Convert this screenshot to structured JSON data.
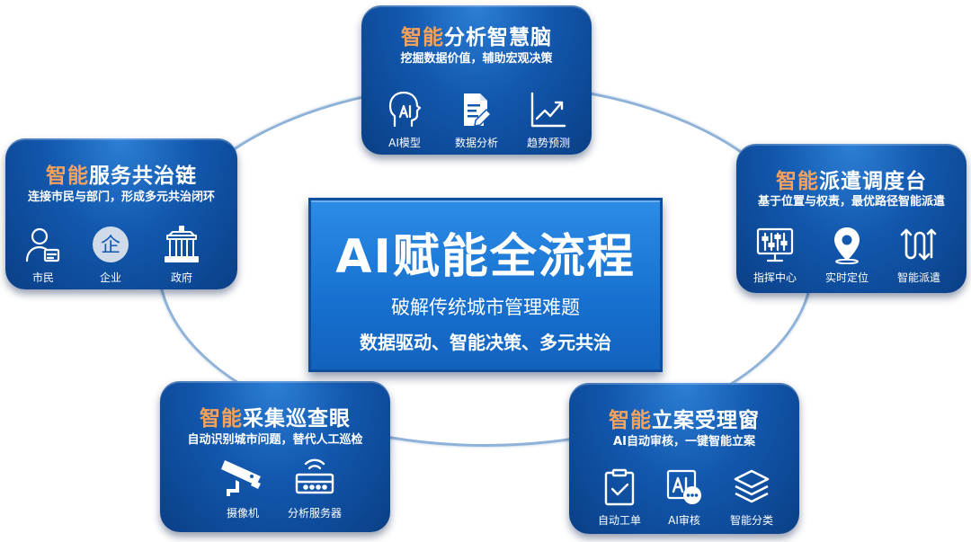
{
  "center": {
    "title": "AI赋能全流程",
    "subtitle": "破解传统城市管理难题",
    "tagline": "数据驱动、智能决策、多元共治"
  },
  "accent_color": "#f7a25a",
  "card_color": "#1258ae",
  "cards": [
    {
      "id": "analysis",
      "title_highlight": "智能",
      "title_rest": "分析智慧脑",
      "subtitle": "挖掘数据价值，辅助宏观决策",
      "items": [
        {
          "label": "AI模型",
          "icon": "ai-head-icon"
        },
        {
          "label": "数据分析",
          "icon": "document-pen-icon"
        },
        {
          "label": "趋势预测",
          "icon": "trend-chart-icon"
        }
      ]
    },
    {
      "id": "dispatch",
      "title_highlight": "智能",
      "title_rest": "派遣调度台",
      "subtitle": "基于位置与权责，最优路径智能派遣",
      "items": [
        {
          "label": "指挥中心",
          "icon": "control-panel-icon"
        },
        {
          "label": "实时定位",
          "icon": "location-pin-icon"
        },
        {
          "label": "智能派遣",
          "icon": "route-arrows-icon"
        }
      ]
    },
    {
      "id": "case",
      "title_highlight": "智能",
      "title_rest": "立案受理窗",
      "subtitle": "AI自动审核，一键智能立案",
      "items": [
        {
          "label": "自动工单",
          "icon": "clipboard-check-icon"
        },
        {
          "label": "AI审核",
          "icon": "ai-review-icon"
        },
        {
          "label": "智能分类",
          "icon": "layers-icon"
        }
      ]
    },
    {
      "id": "collect",
      "title_highlight": "智能",
      "title_rest": "采集巡查眼",
      "subtitle": "自动识别城市问题，替代人工巡检",
      "items": [
        {
          "label": "摄像机",
          "icon": "camera-icon"
        },
        {
          "label": "分析服务器",
          "icon": "router-icon"
        }
      ]
    },
    {
      "id": "service",
      "title_highlight": "智能",
      "title_rest": "服务共治链",
      "subtitle": "连接市民与部门，形成多元共治闭环",
      "items": [
        {
          "label": "市民",
          "icon": "citizen-icon"
        },
        {
          "label": "企业",
          "icon": "enterprise-icon",
          "glyph": "企"
        },
        {
          "label": "政府",
          "icon": "government-building-icon"
        }
      ]
    }
  ]
}
